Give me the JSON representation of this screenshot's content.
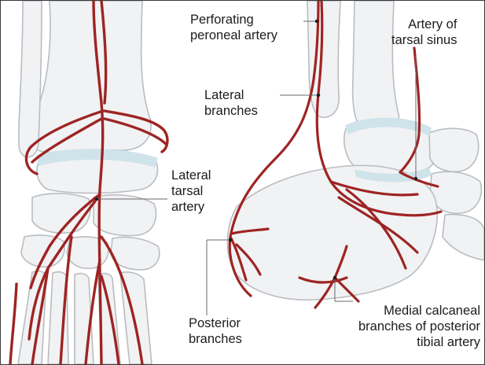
{
  "figure": {
    "labels": {
      "perforating_peroneal_artery": [
        "Perforating",
        "peroneal artery"
      ],
      "artery_of_tarsal_sinus": [
        "Artery of",
        "tarsal sinus"
      ],
      "lateral_branches": [
        "Lateral",
        "branches"
      ],
      "lateral_tarsal_artery": [
        "Lateral",
        "tarsal",
        "artery"
      ],
      "posterior_branches": [
        "Posterior",
        "branches"
      ],
      "medial_calcaneal_branches": [
        "Medial calcaneal",
        "branches of posterior",
        "tibial artery"
      ]
    },
    "colors": {
      "artery": "#9e2424",
      "bone_fill": "#f1f2f3",
      "bone_outline": "#b9bcc1",
      "cartilage": "#cfe3ea",
      "leader_line": "#6a6a6a"
    }
  }
}
